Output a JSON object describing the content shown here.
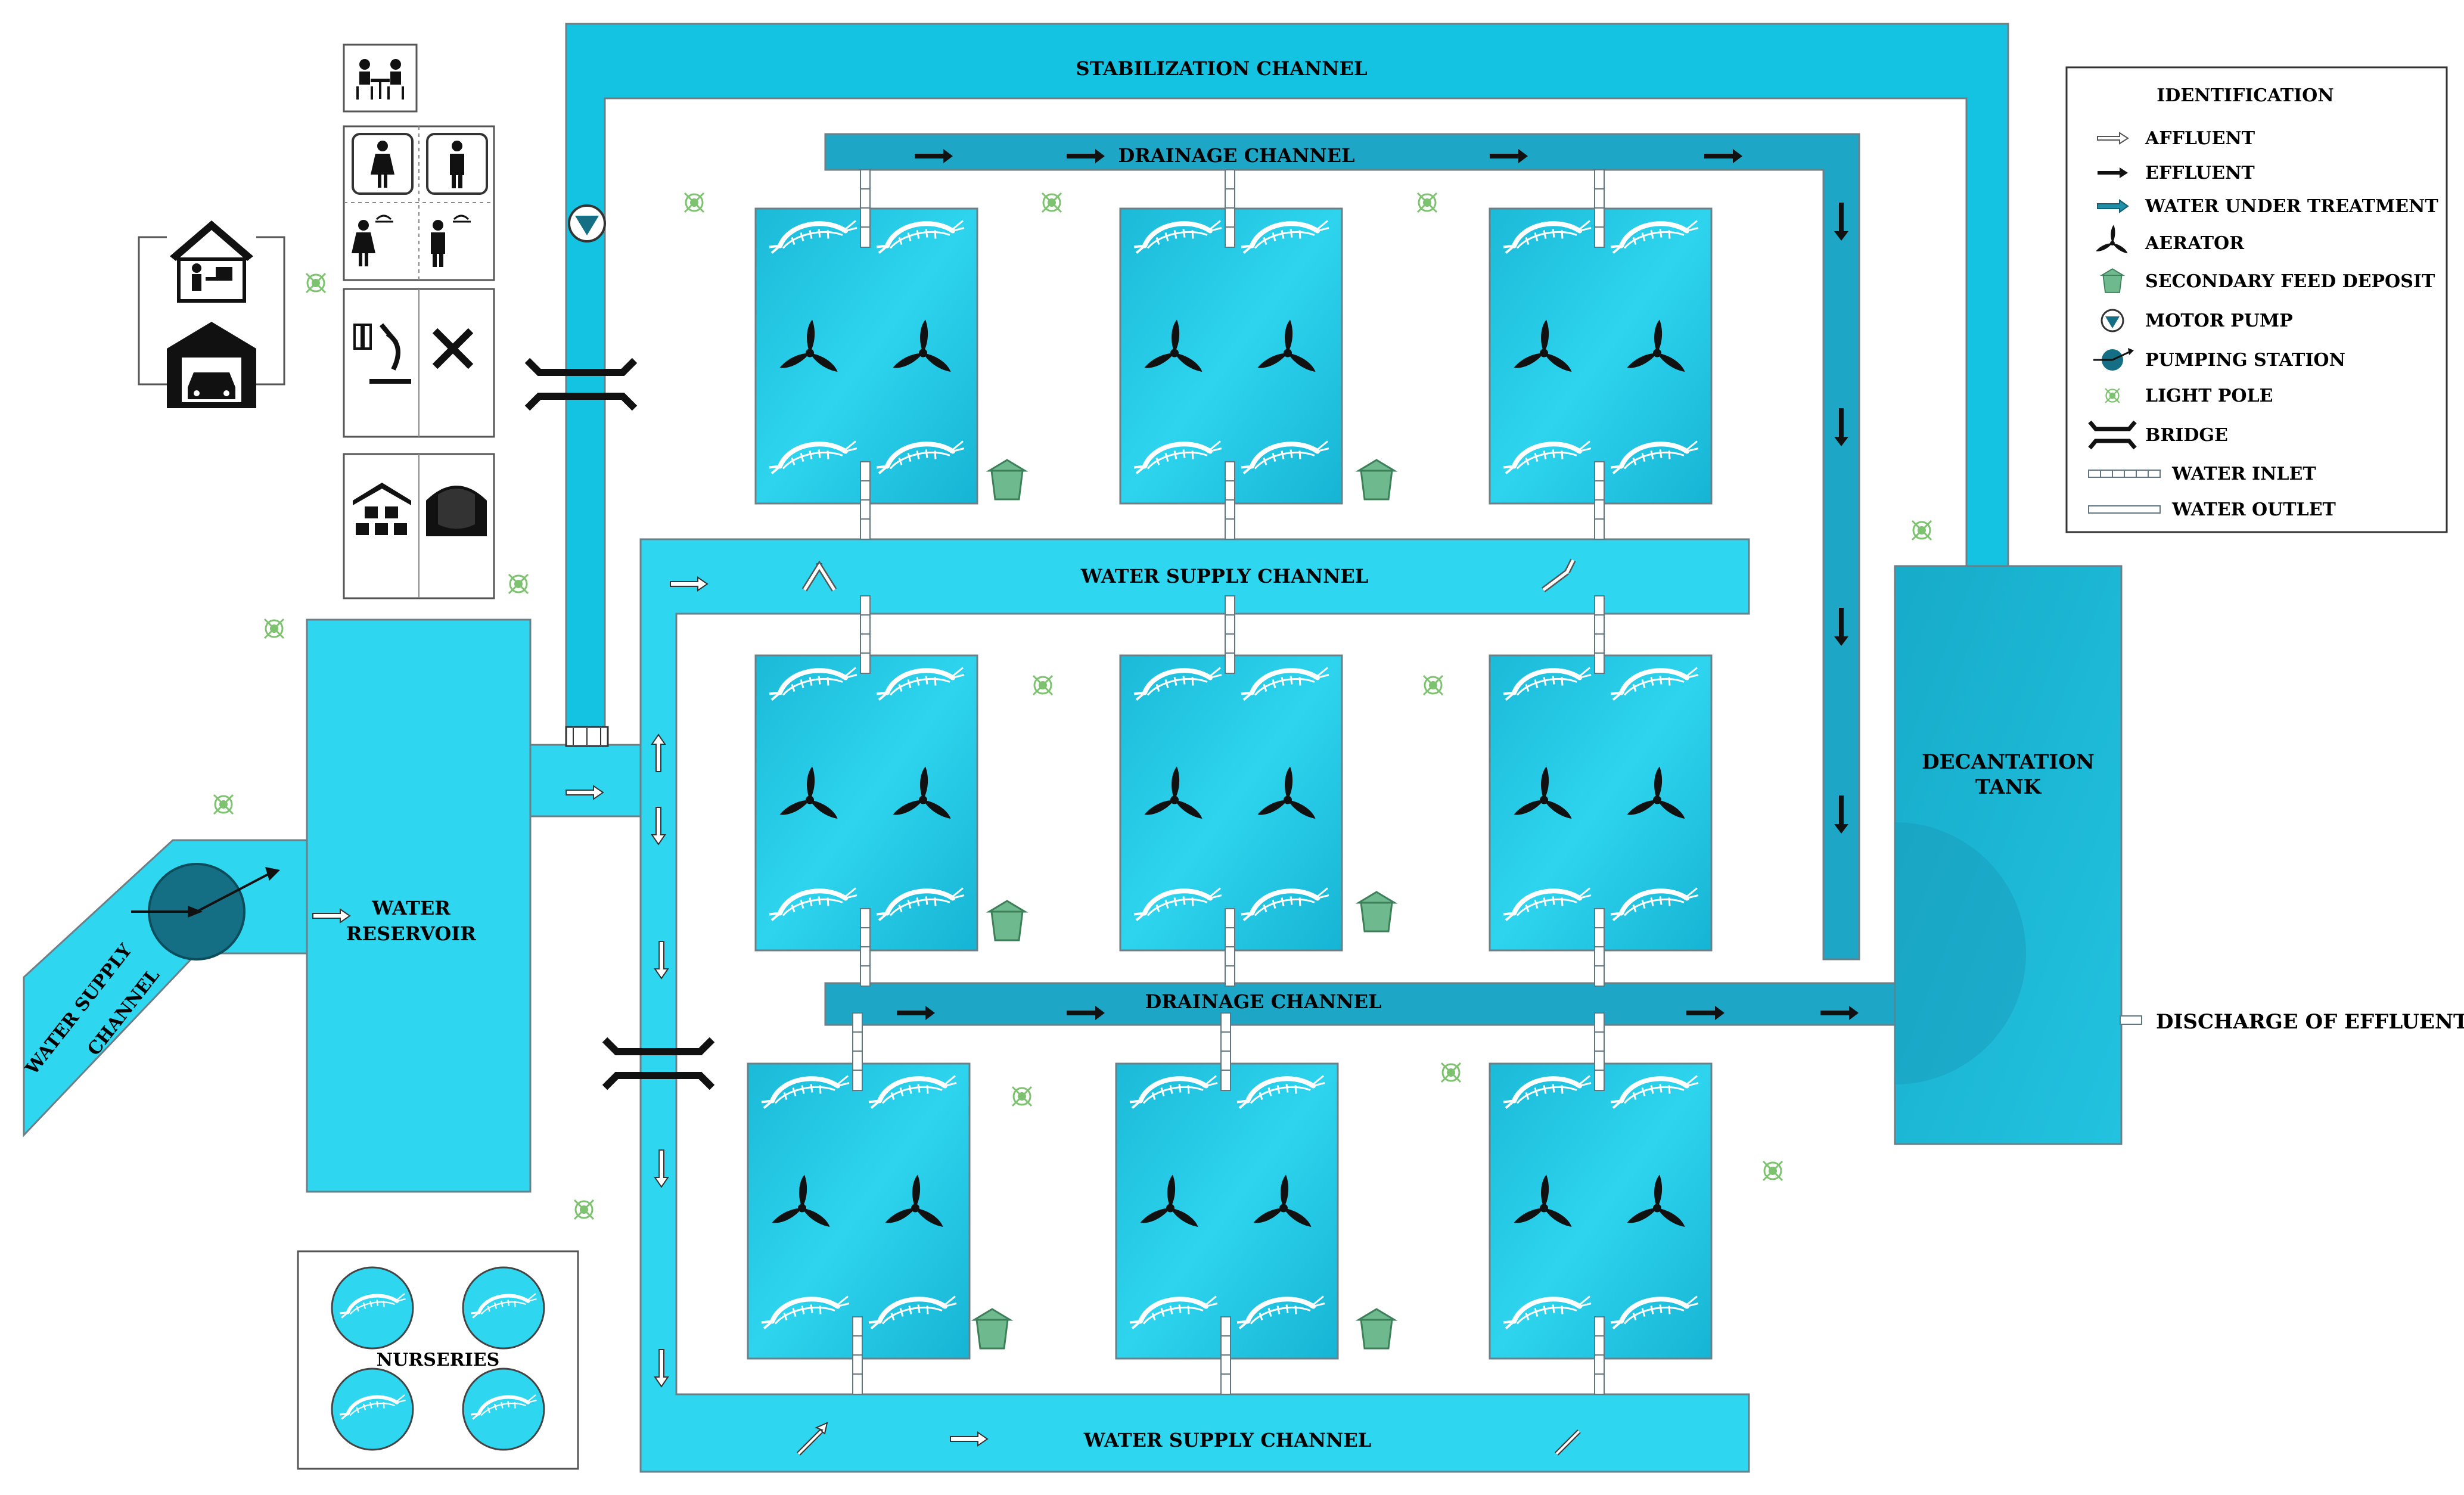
{
  "labels": {
    "stabilization_channel": "STABILIZATION CHANNEL",
    "drainage_channel_top": "DRAINAGE CHANNEL",
    "drainage_channel_mid": "DRAINAGE CHANNEL",
    "water_supply_channel_mid": "WATER SUPPLY CHANNEL",
    "water_supply_channel_bottom": "WATER SUPPLY CHANNEL",
    "decantation_tank_line1": "DECANTATION",
    "decantation_tank_line2": "TANK",
    "water_reservoir_line1": "WATER",
    "water_reservoir_line2": "RESERVOIR",
    "inlet_channel_line1": "WATER SUPPLY",
    "inlet_channel_line2": "CHANNEL",
    "discharge": "DISCHARGE OF EFFLUENTS",
    "nurseries": "NURSERIES"
  },
  "legend": {
    "title": "IDENTIFICATION",
    "items": [
      {
        "key": "affluent",
        "label": "AFFLUENT",
        "icon": "hollow-arrow-icon"
      },
      {
        "key": "effluent",
        "label": "EFFLUENT",
        "icon": "black-arrow-icon"
      },
      {
        "key": "treatment",
        "label": "WATER UNDER TREATMENT",
        "icon": "teal-arrow-icon"
      },
      {
        "key": "aerator",
        "label": "AERATOR",
        "icon": "aerator-icon"
      },
      {
        "key": "feed",
        "label": "SECONDARY FEED DEPOSIT",
        "icon": "feed-deposit-icon"
      },
      {
        "key": "pump",
        "label": "MOTOR PUMP",
        "icon": "motor-pump-icon"
      },
      {
        "key": "station",
        "label": "PUMPING STATION",
        "icon": "pumping-station-icon"
      },
      {
        "key": "light",
        "label": "LIGHT POLE",
        "icon": "light-pole-icon"
      },
      {
        "key": "bridge",
        "label": "BRIDGE",
        "icon": "bridge-icon"
      },
      {
        "key": "inlet",
        "label": "WATER  INLET",
        "icon": "water-inlet-icon"
      },
      {
        "key": "outlet",
        "label": "WATER OUTLET",
        "icon": "water-outlet-icon"
      }
    ]
  },
  "colors": {
    "channel": "#14c2e2",
    "channel_light": "#2fd6ef",
    "drainage": "#1ea6c6",
    "tank": "#18b7d7",
    "pump_station": "#156f84",
    "feed": "#6fb98f",
    "light_pole": "#7dc36f",
    "outline": "#6d7f86"
  }
}
